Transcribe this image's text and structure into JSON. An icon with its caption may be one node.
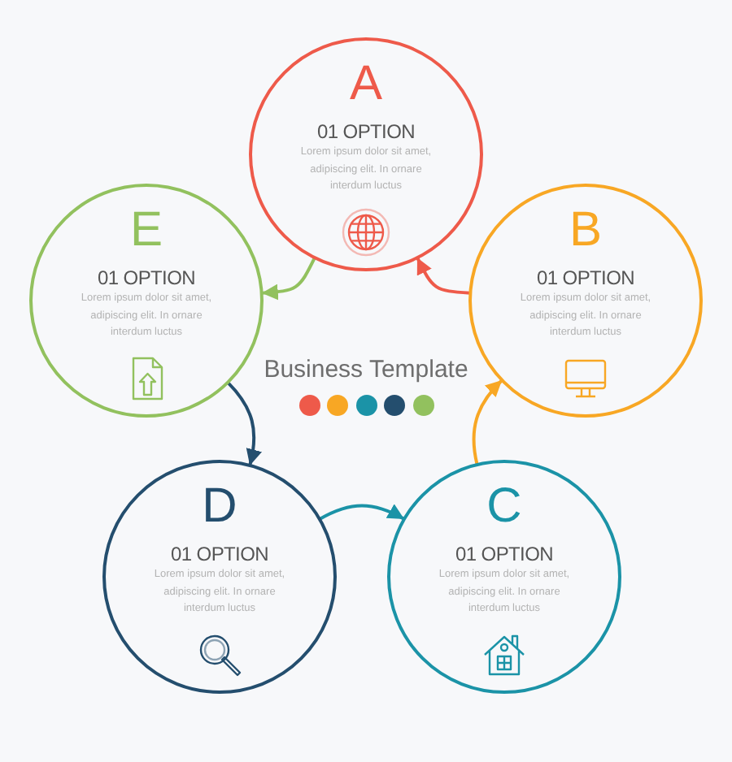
{
  "diagram": {
    "title": "Business Template",
    "nodes": [
      {
        "text": [
          "A",
          "01 OPTION",
          "Lorem ipsum dolor sit amet, adipiscing elit. In ornare interdum luctus"
        ]
      },
      {
        "text": [
          "B",
          "01 OPTION",
          "Lorem ipsum dolor sit amet, adipiscing elit. In ornare interdum luctus"
        ]
      },
      {
        "text": [
          "C",
          "01 OPTION",
          "Lorem ipsum dolor sit amet, adipiscing elit. In ornare interdum luctus"
        ]
      },
      {
        "text": [
          "D",
          "01 OPTION",
          "Lorem ipsum dolor sit amet, adipiscing elit. In ornare interdum luctus"
        ]
      },
      {
        "text": [
          "E",
          "01 OPTION",
          "Lorem ipsum dolor sit amet, adipiscing elit. In ornare interdum luctus"
        ]
      }
    ],
    "edges": [
      {
        "from": 1,
        "to": 0,
        "arrow": "to",
        "color": "#ee5a4a"
      },
      {
        "from": 2,
        "to": 1,
        "arrow": "to",
        "color": "#f8a724"
      },
      {
        "from": 3,
        "to": 2,
        "arrow": "to",
        "color": "#1b93a7"
      },
      {
        "from": 4,
        "to": 3,
        "arrow": "to",
        "color": "#244e6e"
      },
      {
        "from": 0,
        "to": 4,
        "arrow": "to",
        "color": "#92c15e"
      }
    ]
  }
}
